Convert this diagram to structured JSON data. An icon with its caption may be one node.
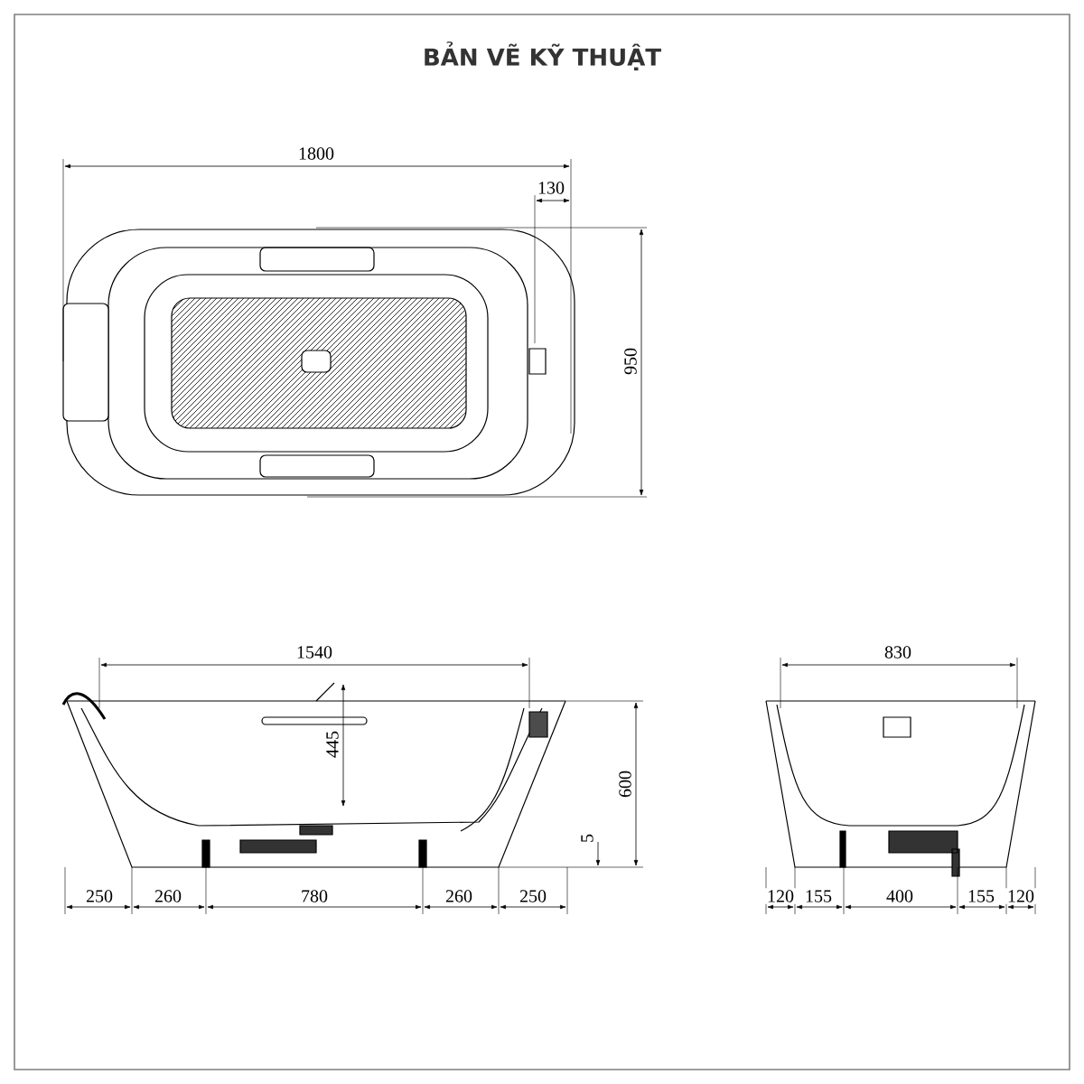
{
  "diagram": {
    "title": "BẢN VẼ KỸ THUẬT",
    "labels": [
      "1800",
      "130",
      "950",
      "1540",
      "445",
      "600",
      "5",
      "250",
      "260",
      "780",
      "260",
      "250",
      "830",
      "120",
      "155",
      "400",
      "155",
      "120"
    ]
  }
}
